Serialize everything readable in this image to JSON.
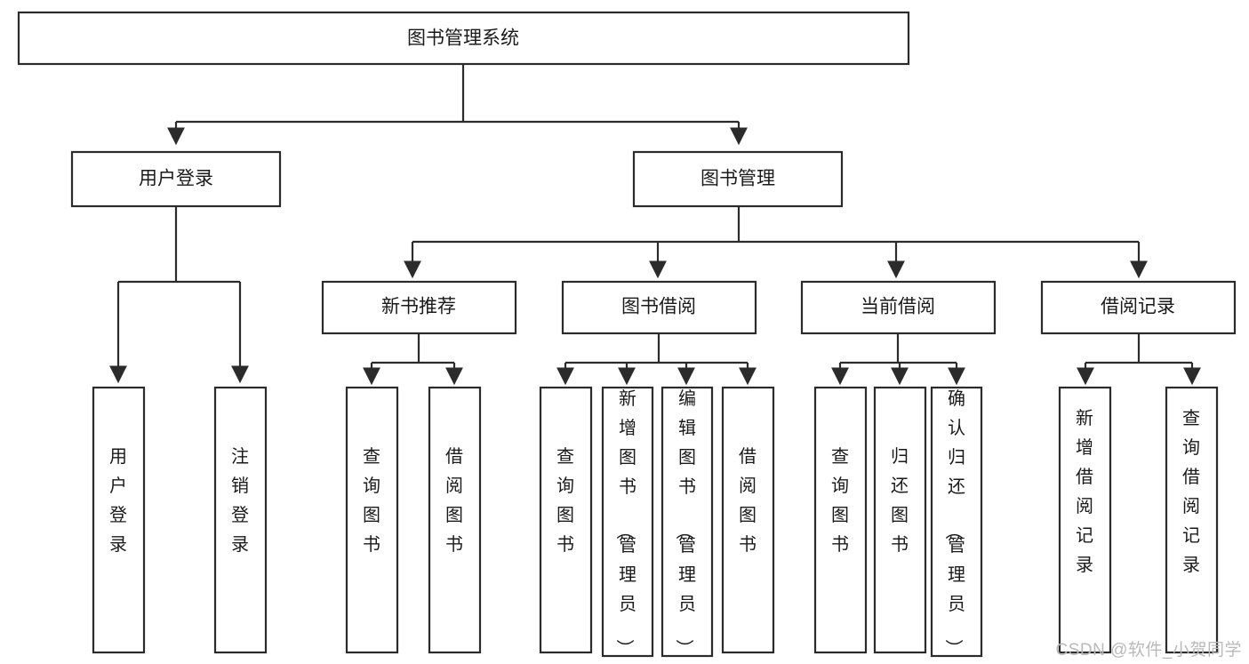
{
  "diagram": {
    "title": "图书管理系统",
    "type": "tree-hierarchy",
    "orientation": "top-down",
    "colors": {
      "box_stroke": "#2b2b2b",
      "box_fill": "#ffffff",
      "text": "#1a1a1a",
      "connector": "#2b2b2b",
      "watermark": "#b9b9b9",
      "background": "#ffffff"
    }
  },
  "root": {
    "label": "图书管理系统"
  },
  "level2": [
    {
      "label": "用户登录"
    },
    {
      "label": "图书管理"
    }
  ],
  "level3": [
    {
      "label": "新书推荐"
    },
    {
      "label": "图书借阅"
    },
    {
      "label": "当前借阅"
    },
    {
      "label": "借阅记录"
    }
  ],
  "leaves": {
    "user_login": [
      {
        "label": "用户登录"
      },
      {
        "label": "注销登录"
      }
    ],
    "new_book_recommend": [
      {
        "label": "查询图书"
      },
      {
        "label": "借阅图书"
      }
    ],
    "book_borrow": [
      {
        "label": "查询图书"
      },
      {
        "label": "新增图书（管理员）"
      },
      {
        "label": "编辑图书（管理员）"
      },
      {
        "label": "借阅图书"
      }
    ],
    "current_borrow": [
      {
        "label": "查询图书"
      },
      {
        "label": "归还图书"
      },
      {
        "label": "确认归还（管理员）"
      }
    ],
    "borrow_record": [
      {
        "label": "新增借阅记录"
      },
      {
        "label": "查询借阅记录"
      }
    ]
  },
  "watermark": {
    "label": "CSDN @软件_小贺同学"
  }
}
